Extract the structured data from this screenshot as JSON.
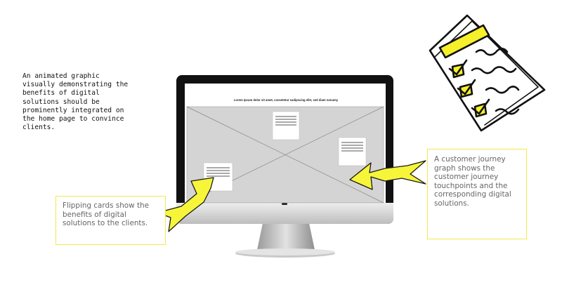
{
  "intro_text": "An animated graphic visually demonstrating the benefits of digital solutions should be prominently integrated on the home page to convince clients.",
  "callouts": {
    "left": "Flipping cards show the benefits of digital solutions to the clients.",
    "right": "A customer journey graph shows the customer journey touchpoints and the corresponding digital solutions."
  },
  "screen": {
    "caption": "Lorem ipsum dolor sit amet, consetetur sadipscing elitr, sed diam nonumy"
  },
  "icons": {
    "checklist": "checklist-icon",
    "arrows": "hand-drawn-arrow-icon"
  },
  "colors": {
    "highlight": "#f5ef2c",
    "arrow_fill": "#f7f53a",
    "callout_border": "#f2e94b",
    "placeholder": "#d4d4d4"
  }
}
